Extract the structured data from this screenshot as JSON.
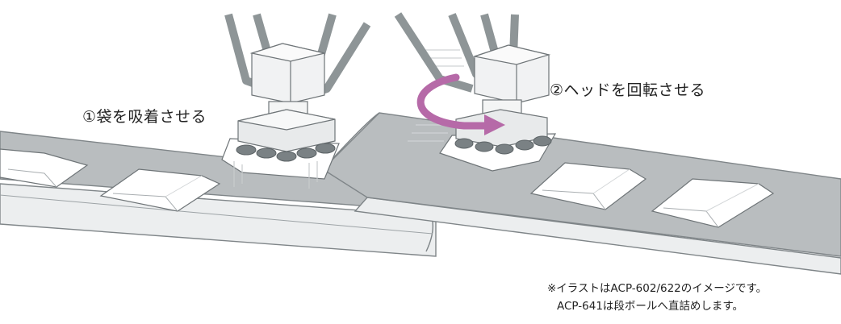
{
  "labels": {
    "step1": "①袋を吸着させる",
    "step2": "②ヘッドを回転させる"
  },
  "note": {
    "line1": "※イラストはACP-602/622のイメージです。",
    "line2": "ACP-641は段ボールへ直詰めします。"
  },
  "colors": {
    "belt_surface": "#b9bdbf",
    "belt_edge": "#dfe2e3",
    "robot_gray": "#8e9597",
    "rotation_arrow": "#b66aa8"
  }
}
